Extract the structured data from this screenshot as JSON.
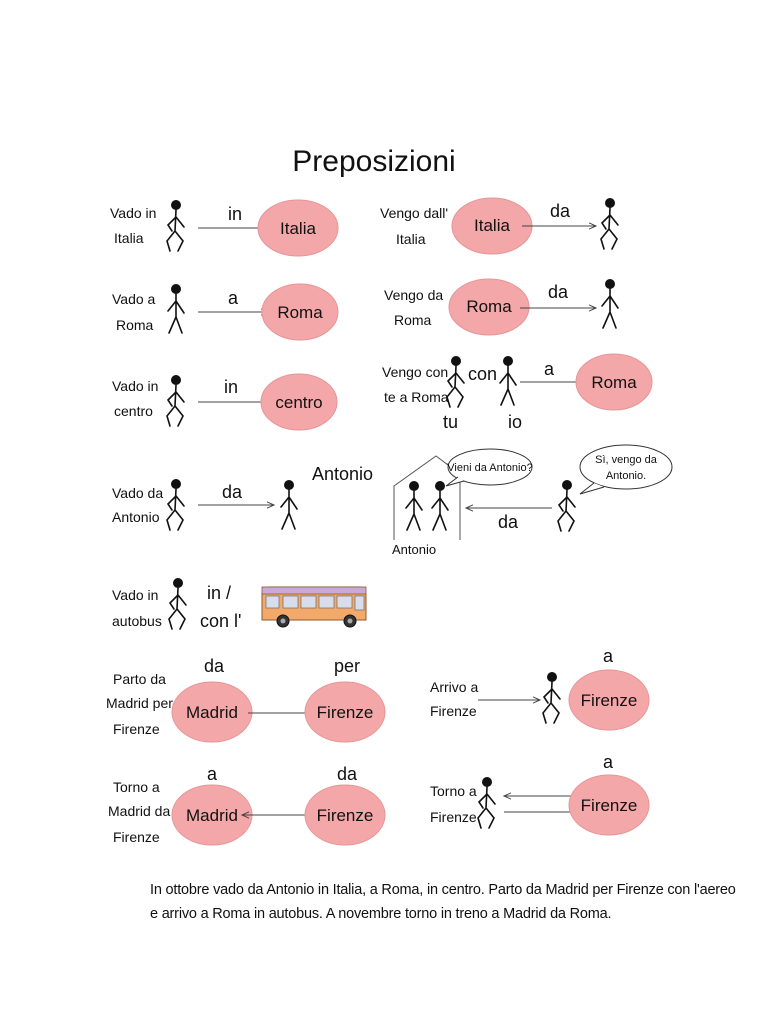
{
  "title": "Preposizioni",
  "colors": {
    "city_fill": "#f4a7a9",
    "city_stroke": "#e69597",
    "bus_body": "#f2a96a",
    "bus_roof": "#c9a9d6"
  },
  "rows": {
    "italia_in": {
      "label": [
        "Vado in",
        "Italia"
      ],
      "prep": "in",
      "city": "Italia"
    },
    "roma_a": {
      "label": [
        "Vado a",
        "Roma"
      ],
      "prep": "a",
      "city": "Roma"
    },
    "centro_in": {
      "label": [
        "Vado in",
        "centro"
      ],
      "prep": "in",
      "city": "centro"
    },
    "antonio_da": {
      "label": [
        "Vado da",
        "Antonio"
      ],
      "prep": "da",
      "person": "Antonio"
    },
    "autobus": {
      "label": [
        "Vado in",
        "autobus"
      ],
      "prep": [
        "in /",
        "con l'"
      ],
      "icon": "bus-icon"
    },
    "italia_da": {
      "label": [
        "Vengo dall'",
        "Italia"
      ],
      "prep": "da",
      "city": "Italia"
    },
    "roma_da": {
      "label": [
        "Vengo da",
        "Roma"
      ],
      "prep": "da",
      "city": "Roma"
    },
    "con": {
      "label": [
        "Vengo con",
        "te a Roma"
      ],
      "prep_con": "con",
      "prep_a": "a",
      "city": "Roma",
      "tu": "tu",
      "io": "io"
    },
    "antonio_house": {
      "bubble_left": "Vieni da Antonio?",
      "bubble_right": [
        "Sì, vengo da",
        "Antonio."
      ],
      "prep": "da",
      "name": "Antonio"
    },
    "parto": {
      "label": [
        "Parto da",
        "Madrid per",
        "Firenze"
      ],
      "prep_from": "da",
      "prep_to": "per",
      "city_from": "Madrid",
      "city_to": "Firenze"
    },
    "arrivo": {
      "label": [
        "Arrivo a",
        "Firenze"
      ],
      "prep": "a",
      "city": "Firenze"
    },
    "torno": {
      "label": [
        "Torno a",
        "Madrid da",
        "Firenze"
      ],
      "prep_to": "a",
      "prep_from": "da",
      "city_to": "Madrid",
      "city_from": "Firenze"
    },
    "torno_firenze": {
      "label": [
        "Torno a",
        "Firenze"
      ],
      "prep": "a",
      "city": "Firenze"
    }
  },
  "caption": [
    "In ottobre vado da Antonio in Italia, a Roma, in centro. Parto da Madrid per Firenze con l'aereo",
    "e arrivo a Roma in autobus. A novembre torno in treno a Madrid da Roma."
  ]
}
